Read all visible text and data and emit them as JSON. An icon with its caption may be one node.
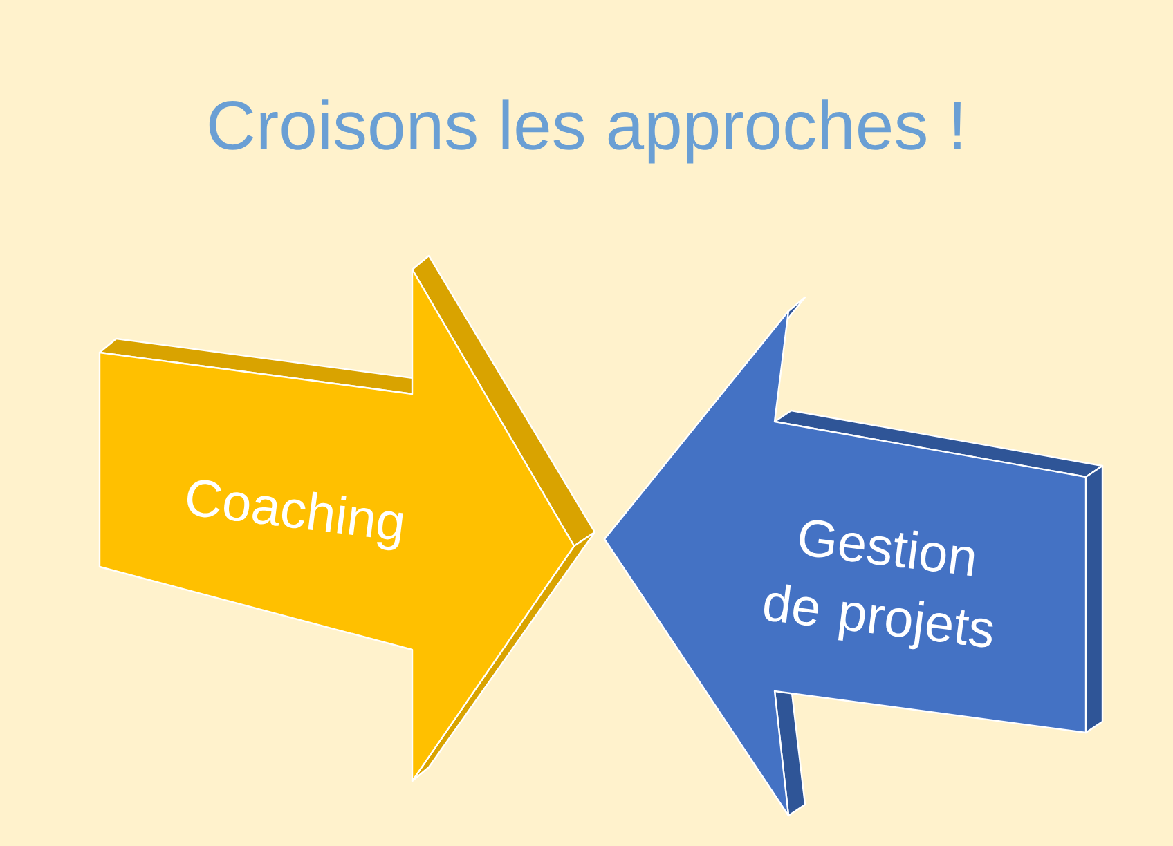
{
  "diagram": {
    "title": "Croisons les approches !",
    "nodes": [
      {
        "text": [
          "Coaching"
        ]
      },
      {
        "text": [
          "Gestion de projets"
        ]
      }
    ]
  }
}
